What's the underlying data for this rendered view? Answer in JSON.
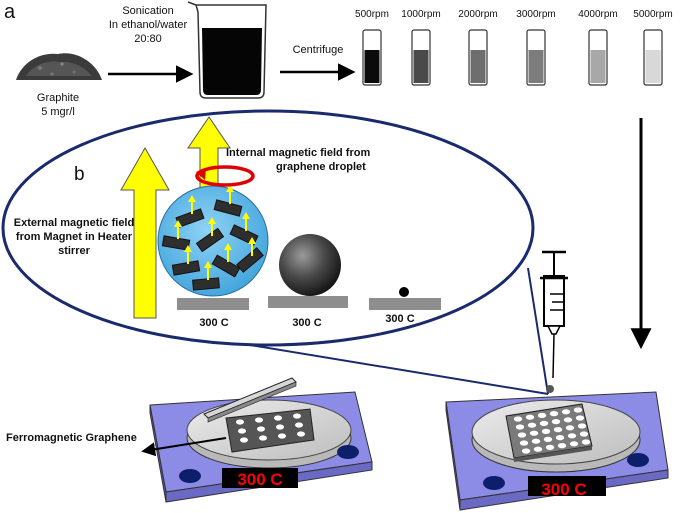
{
  "panel_labels": {
    "a": "a",
    "b": "b"
  },
  "raw_material": {
    "line1": "Graphite",
    "line2": "5 mgr/l"
  },
  "sonication": {
    "line1": "Sonication",
    "line2": "In ethanol/water",
    "line3": "20:80"
  },
  "centrifuge_label": "Centrifuge",
  "vials": [
    {
      "label": "500rpm",
      "fill": "#0b0b0b"
    },
    {
      "label": "1000rpm",
      "fill": "#4a4a4a"
    },
    {
      "label": "2000rpm",
      "fill": "#6e6e6e"
    },
    {
      "label": "3000rpm",
      "fill": "#7c7c7c"
    },
    {
      "label": "4000rpm",
      "fill": "#a8a8a8"
    },
    {
      "label": "5000rpm",
      "fill": "#d8d8d8"
    }
  ],
  "internal_field": {
    "line1": "Internal magnetic field from",
    "line2": "graphene droplet"
  },
  "external_field": {
    "line1": "External magnetic field",
    "line2": "from Magnet in Heater",
    "line3": "stirrer"
  },
  "plate_temps": [
    "300 C",
    "300 C",
    "300 C"
  ],
  "ferromagnetic_label": "Ferromagnetic Graphene",
  "heater_displays": [
    "300 C",
    "300 C"
  ],
  "colors": {
    "field_arrow": "#ffff00",
    "droplet": "#5fb8e8",
    "heater_base": "#8c8ce6",
    "display_text": "#ff0000",
    "rotation_arrow": "#e00000",
    "outline": "#1a2a6c"
  }
}
